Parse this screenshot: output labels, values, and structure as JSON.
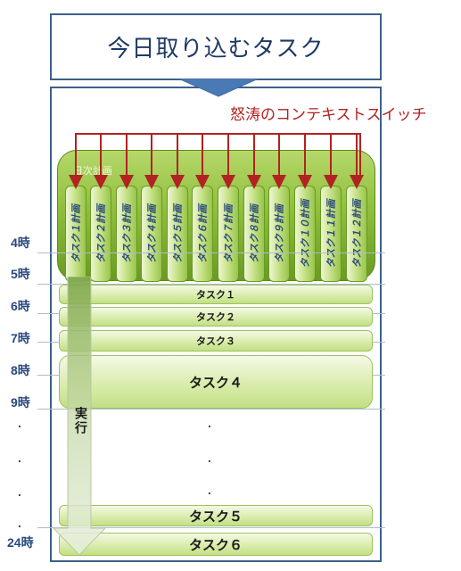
{
  "title": "今日取り込むタスク",
  "switch_label": "怒涛のコンテキストスイッチ",
  "plan_label": "日次計画",
  "plan_columns": [
    "タスク１計画",
    "タスク２計画",
    "タスク３計画",
    "タスク４計画",
    "タスク５計画",
    "タスク６計画",
    "タスク７計画",
    "タスク８計画",
    "タスク９計画",
    "タスク１０計画",
    "タスク１１計画",
    "タスク１２計画"
  ],
  "hours": [
    "4時",
    "5時",
    "6時",
    "7時",
    "8時",
    "9時",
    "24時"
  ],
  "ellipsis_dot": ".",
  "execution_label": "実行",
  "tasks": [
    "タスク１",
    "タスク２",
    "タスク３",
    "タスク４",
    "タスク５",
    "タスク６"
  ],
  "colors": {
    "border": "#3d5f8a",
    "arrow_red": "#b22222",
    "plan_green": "#8fbf3d",
    "task_green": "#d7eba8"
  }
}
